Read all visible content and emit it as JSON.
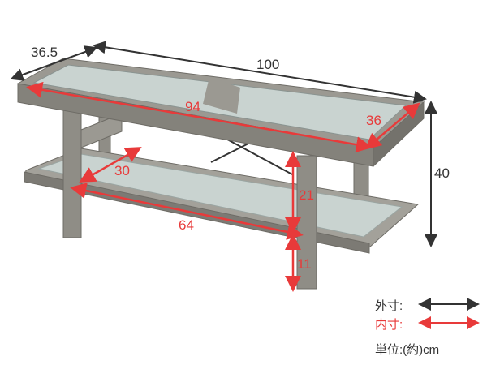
{
  "colors": {
    "outer": "#333333",
    "inner": "#e83a3a",
    "wood": "#8f8d86",
    "glass": "#c9d3d0"
  },
  "outer_dimensions": {
    "depth": "36.5",
    "width": "100",
    "height": "40"
  },
  "inner_dimensions": {
    "top_width": "94",
    "top_depth": "36",
    "shelf_depth": "30",
    "shelf_clearance": "21",
    "shelf_width": "64",
    "floor_clearance": "11"
  },
  "legend": {
    "outer_label": "外寸:",
    "inner_label": "内寸:",
    "unit_label": "単位:(約)cm"
  }
}
